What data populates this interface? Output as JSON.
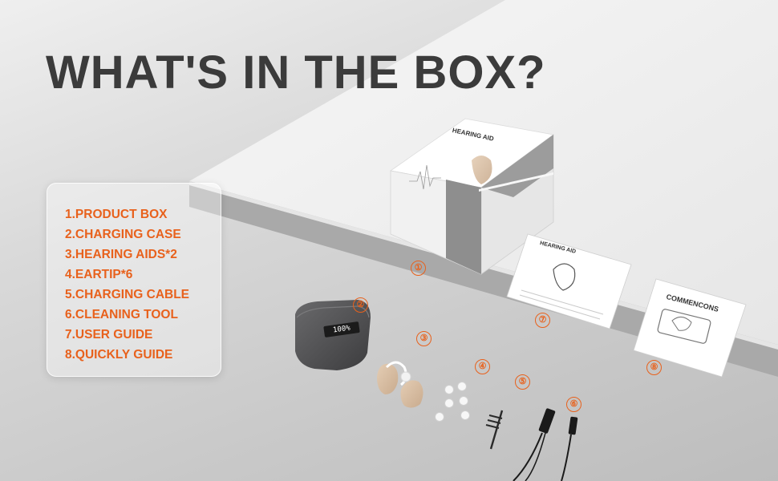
{
  "headline": "WHAT'S IN THE BOX?",
  "contents": [
    "1.PRODUCT BOX",
    "2.CHARGING CASE",
    "3.HEARING AIDS*2",
    "4.EARTIP*6",
    "5.CHARGING CABLE",
    "6.CLEANING TOOL",
    "7.USER GUIDE",
    "8.QUICKLY GUIDE"
  ],
  "markers": [
    "①",
    "②",
    "③",
    "④",
    "⑤",
    "⑥",
    "⑦",
    "⑧"
  ],
  "product_box_title": "HEARING AID",
  "user_guide_title": "HEARING AID",
  "quick_guide_title": "COMMENCONS",
  "case_display": "100%",
  "colors": {
    "accent": "#e8611c",
    "headline": "#3b3b3b",
    "case": "#4a4a4c"
  }
}
